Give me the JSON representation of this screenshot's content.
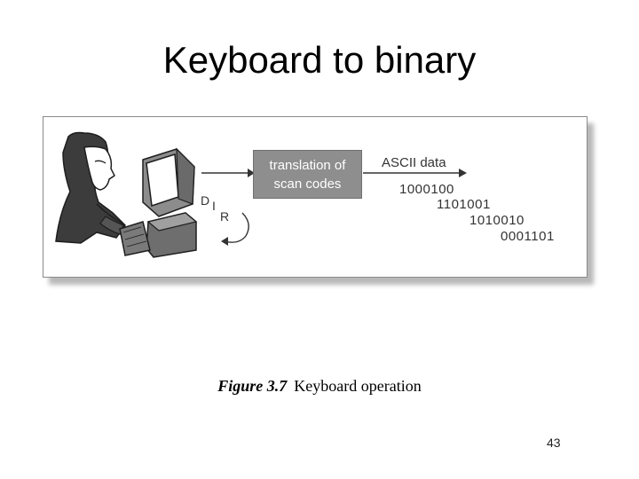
{
  "slide": {
    "title": "Keyboard to binary",
    "page_number": "43"
  },
  "figure": {
    "translation_box": {
      "line1": "translation of",
      "line2": "scan codes"
    },
    "ascii_label": "ASCII data",
    "binary_codes": [
      "1000100",
      "1101001",
      "1010010",
      "0001101"
    ],
    "key_letters": [
      "D",
      "I",
      "R"
    ],
    "colors": {
      "box_fill": "#8e8e8e",
      "panel_border": "#8a8a8a",
      "shadow": "#b9b9b9",
      "ink": "#333333"
    },
    "icons": [
      "person-typing-icon",
      "computer-monitor-icon",
      "keyboard-icon",
      "curved-arrow-icon"
    ]
  },
  "caption": {
    "label": "Figure 3.7",
    "text": "Keyboard operation"
  }
}
